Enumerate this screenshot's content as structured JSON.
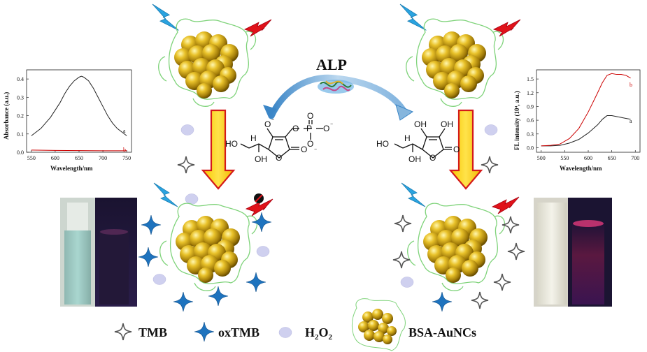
{
  "labels": {
    "enzyme": "ALP"
  },
  "chem": {
    "oxygen": "O",
    "phosphorus": "P",
    "hydrogen": "H",
    "hydroxyl": "OH",
    "hydroxyl_left": "HO",
    "minus": "−"
  },
  "legend": [
    {
      "label": "TMB"
    },
    {
      "label": "oxTMB"
    },
    {
      "label": "H",
      "sub1": "2",
      "mid": "O",
      "sub2": "2"
    },
    {
      "label": "BSA-AuNCs"
    }
  ],
  "colors": {
    "gold": "#e9c22a",
    "oxtmb": "#1e73be",
    "h2o2": "#cfd0ef",
    "excitation": "#2aa3e0",
    "emission": "#e0121a",
    "arrow_fill": "#f7c800",
    "arrow_stroke": "#d41a1a"
  },
  "charts": {
    "absorbance": {
      "type": "line",
      "ylabel": "Absorbance (a.u.)",
      "xlabel": "Wavelength/nm",
      "xlim": [
        540,
        760
      ],
      "ylim": [
        0,
        0.45
      ],
      "xticks": [
        550,
        600,
        650,
        700,
        750
      ],
      "yticks": [
        0.0,
        0.1,
        0.2,
        0.3,
        0.4
      ],
      "series": [
        {
          "label": "a",
          "color": "#222222",
          "x": [
            550,
            560,
            570,
            580,
            590,
            600,
            610,
            620,
            630,
            640,
            650,
            655,
            660,
            670,
            680,
            690,
            700,
            710,
            720,
            730,
            740,
            750
          ],
          "y": [
            0.09,
            0.11,
            0.13,
            0.16,
            0.19,
            0.23,
            0.27,
            0.32,
            0.36,
            0.39,
            0.41,
            0.415,
            0.41,
            0.39,
            0.35,
            0.3,
            0.25,
            0.2,
            0.16,
            0.13,
            0.11,
            0.09
          ]
        },
        {
          "label": "b",
          "color": "#cc0000",
          "x": [
            550,
            600,
            650,
            700,
            750
          ],
          "y": [
            0.012,
            0.01,
            0.009,
            0.008,
            0.008
          ]
        }
      ]
    },
    "fluorescence": {
      "type": "line",
      "ylabel": "FL intensity (10⁴, a.u.)",
      "xlabel": "Wavelength/nm",
      "xlim": [
        490,
        710
      ],
      "ylim": [
        -0.1,
        1.7
      ],
      "xticks": [
        500,
        550,
        600,
        650,
        700
      ],
      "yticks": [
        0.0,
        0.3,
        0.6,
        0.9,
        1.2,
        1.5
      ],
      "series": [
        {
          "label": "a",
          "color": "#222222",
          "x": [
            500,
            520,
            540,
            560,
            580,
            600,
            620,
            630,
            640,
            650,
            660,
            670,
            680,
            690
          ],
          "y": [
            0.04,
            0.04,
            0.05,
            0.1,
            0.18,
            0.32,
            0.5,
            0.62,
            0.7,
            0.7,
            0.68,
            0.66,
            0.64,
            0.62
          ]
        },
        {
          "label": "b",
          "color": "#cc0000",
          "x": [
            500,
            520,
            540,
            560,
            580,
            600,
            620,
            630,
            640,
            650,
            660,
            670,
            680,
            690
          ],
          "y": [
            0.04,
            0.05,
            0.08,
            0.2,
            0.42,
            0.78,
            1.2,
            1.42,
            1.58,
            1.62,
            1.6,
            1.6,
            1.58,
            1.52
          ]
        }
      ]
    }
  }
}
